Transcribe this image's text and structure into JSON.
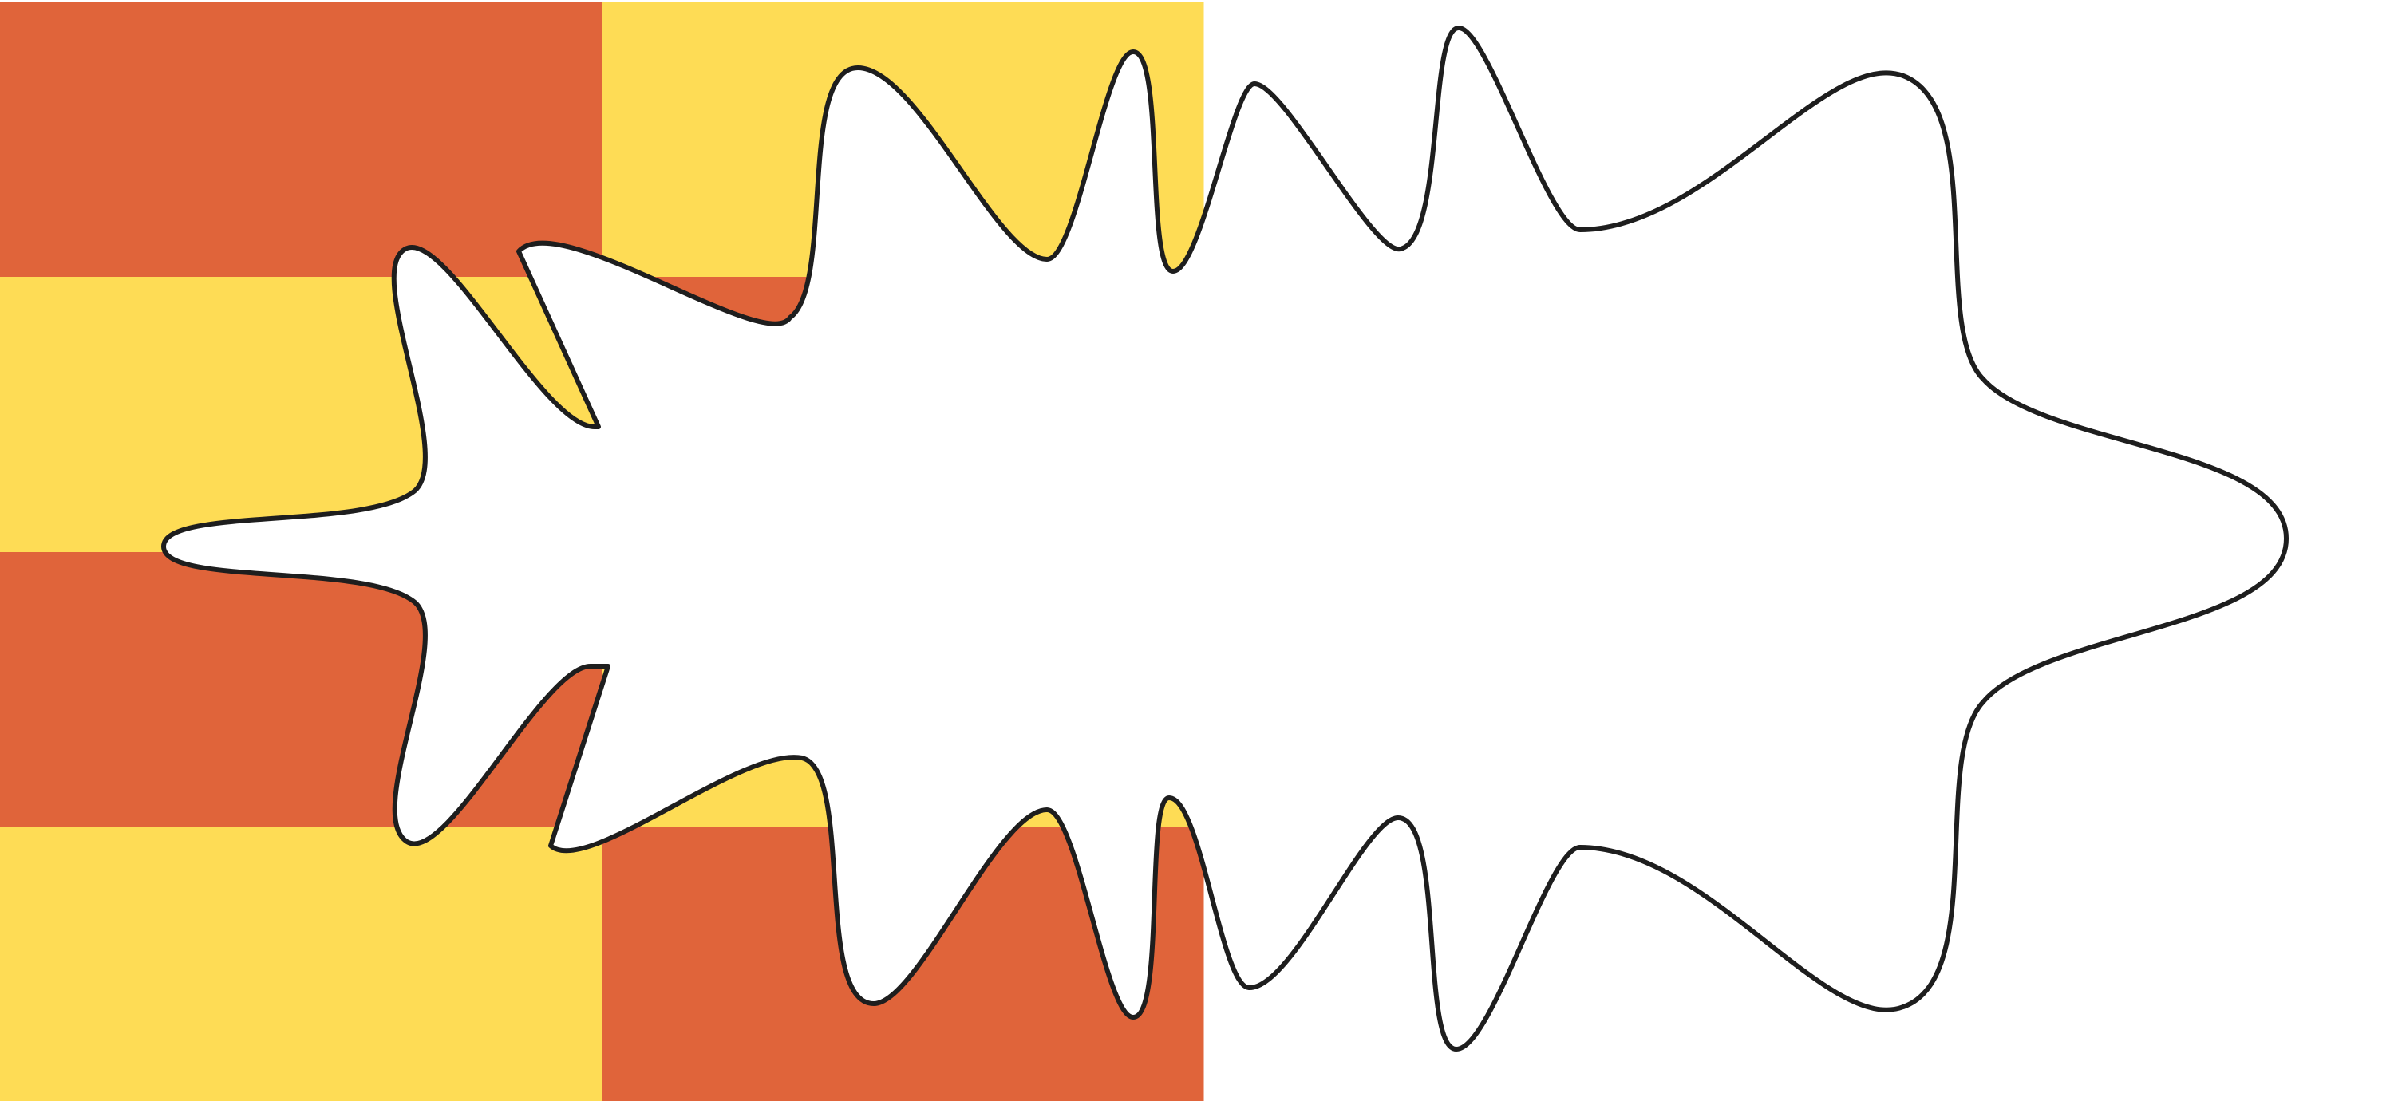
{
  "palette": {
    "background": "#ffffff",
    "red": "#e0643a",
    "yellow": "#fedc55",
    "outline": "#1e1e1e",
    "shape_fill": "#ffffff"
  },
  "flag": {
    "columns": 2,
    "rows": 4,
    "cells": [
      [
        "red",
        "yellow"
      ],
      [
        "yellow",
        "red"
      ],
      [
        "red",
        "yellow"
      ],
      [
        "yellow",
        "red"
      ]
    ]
  },
  "figure": {
    "kind": "irregular-blob-outline"
  }
}
